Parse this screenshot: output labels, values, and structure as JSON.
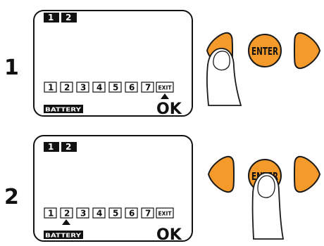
{
  "steps": [
    {
      "number": "1",
      "channels": [
        "1",
        "2"
      ],
      "menu": [
        "1",
        "2",
        "3",
        "4",
        "5",
        "6",
        "7",
        "EXIT"
      ],
      "selected_index": 7,
      "status_label": "BATTERY",
      "confirm_label": "OK",
      "enter_label": "ENTER",
      "pressed_button": "left-arrow"
    },
    {
      "number": "2",
      "channels": [
        "1",
        "2"
      ],
      "menu": [
        "1",
        "2",
        "3",
        "4",
        "5",
        "6",
        "7",
        "EXIT"
      ],
      "selected_index": 1,
      "status_label": "BATTERY",
      "confirm_label": "OK",
      "enter_label": "ENTER",
      "pressed_button": "enter"
    }
  ],
  "colors": {
    "button_fill": "#f39a2b",
    "button_stroke": "#1a1a1a",
    "finger_fill": "#ffffff",
    "lcd_stroke": "#111111"
  }
}
